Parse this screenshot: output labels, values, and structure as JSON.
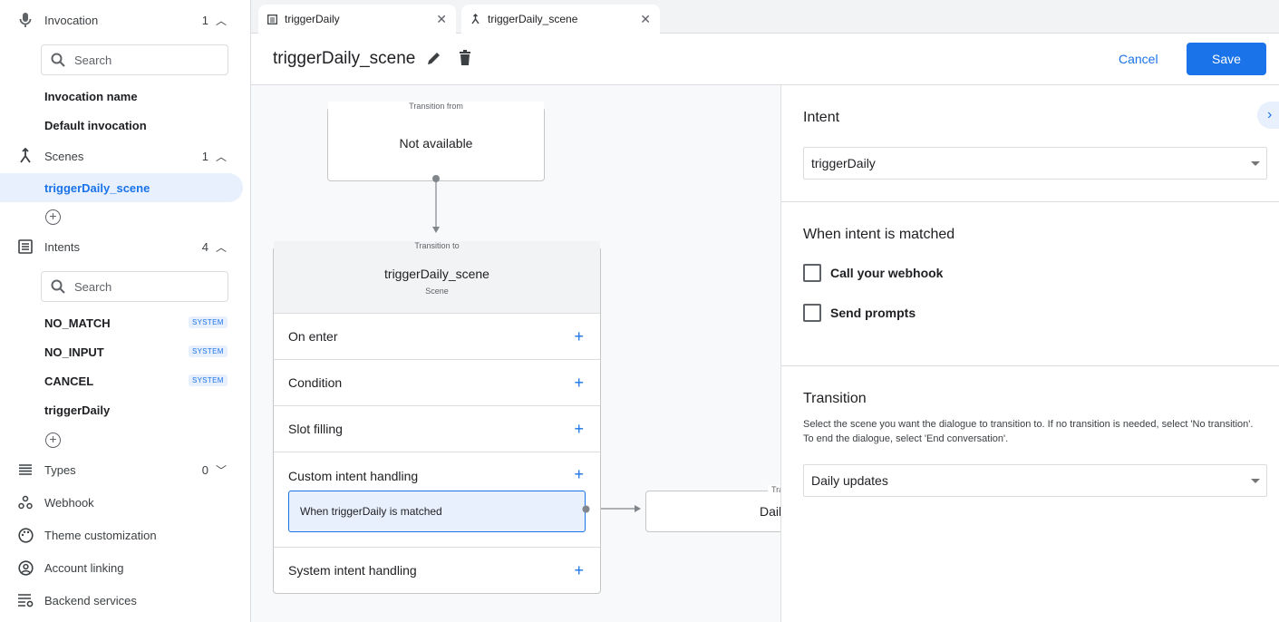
{
  "sidebar": {
    "invocation": {
      "label": "Invocation",
      "count": "1",
      "search_placeholder": "Search",
      "items": [
        "Invocation name",
        "Default invocation"
      ]
    },
    "scenes": {
      "label": "Scenes",
      "count": "1",
      "items": [
        "triggerDaily_scene"
      ]
    },
    "intents": {
      "label": "Intents",
      "count": "4",
      "search_placeholder": "Search",
      "items": [
        {
          "label": "NO_MATCH",
          "badge": "SYSTEM"
        },
        {
          "label": "NO_INPUT",
          "badge": "SYSTEM"
        },
        {
          "label": "CANCEL",
          "badge": "SYSTEM"
        },
        {
          "label": "triggerDaily",
          "badge": ""
        }
      ]
    },
    "types": {
      "label": "Types",
      "count": "0"
    },
    "webhook": "Webhook",
    "theme": "Theme customization",
    "account": "Account linking",
    "backend": "Backend services"
  },
  "tabs": [
    {
      "label": "triggerDaily",
      "icon": "intent-icon"
    },
    {
      "label": "triggerDaily_scene",
      "icon": "scene-icon"
    }
  ],
  "header": {
    "title": "triggerDaily_scene",
    "cancel": "Cancel",
    "save": "Save"
  },
  "canvas": {
    "from": {
      "legend": "Transition from",
      "value": "Not available"
    },
    "to": {
      "legend": "Transition to",
      "name": "triggerDaily_scene",
      "sub": "Scene"
    },
    "rows": [
      "On enter",
      "Condition",
      "Slot filling",
      "Custom intent handling",
      "System intent handling"
    ],
    "handler": "When triggerDaily is matched",
    "target": {
      "legend": "Transition to",
      "value": "Daily updates"
    }
  },
  "panel": {
    "intent_title": "Intent",
    "intent_value": "triggerDaily",
    "matched_title": "When intent is matched",
    "webhook": "Call your webhook",
    "prompts": "Send prompts",
    "transition_title": "Transition",
    "transition_desc": "Select the scene you want the dialogue to transition to. If no transition is needed, select 'No transition'. To end the dialogue, select 'End conversation'.",
    "transition_value": "Daily updates"
  },
  "colors": {
    "accent": "#1a73e8",
    "selected_bg": "#e8f0fe"
  }
}
